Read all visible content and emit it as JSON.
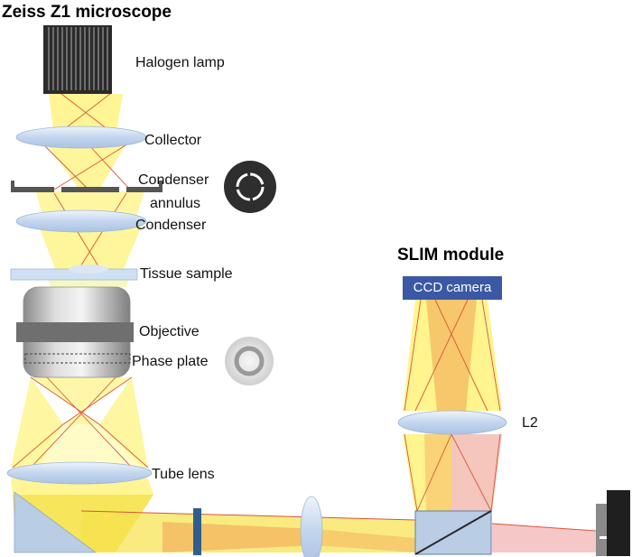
{
  "microscope_title": "Zeiss Z1 microscope",
  "module_title": "SLIM module",
  "labels": {
    "halogen_lamp": "Halogen lamp",
    "collector": "Collector",
    "condenser_annulus_line1": "Condenser",
    "condenser_annulus_line2": "annulus",
    "condenser": "Condenser",
    "tissue_sample": "Tissue sample",
    "objective": "Objective",
    "phase_plate": "Phase plate",
    "tube_lens": "Tube lens",
    "ccd_camera": "CCD camera",
    "l2": "L2"
  },
  "colors": {
    "beam_yellow": "#fff27a",
    "beam_orange": "#f4b860",
    "beam_pink": "#f4c1c1",
    "ray_red": "#d9553a",
    "lens_blue": "#c9daf0",
    "ccd_blue": "#3a58a3"
  },
  "icons": [
    "lamp-grille-icon",
    "annulus-disk-icon",
    "phase-ring-icon",
    "beam-splitter-icon"
  ]
}
